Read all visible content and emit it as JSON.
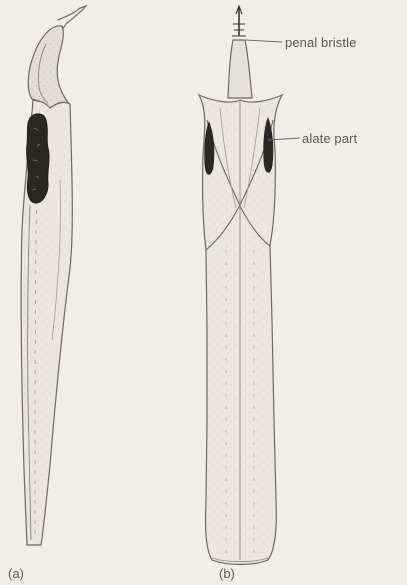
{
  "figure": {
    "labels": {
      "penal_bristle": "penal bristle",
      "alate_part": "alate part"
    },
    "panels": {
      "a": "(a)",
      "b": "(b)"
    },
    "colors": {
      "background": "#f1eee7",
      "outline": "#6f6962",
      "fill": "#d9d2c7",
      "dark_patch": "#2b2723",
      "label": "#5b5752"
    }
  }
}
